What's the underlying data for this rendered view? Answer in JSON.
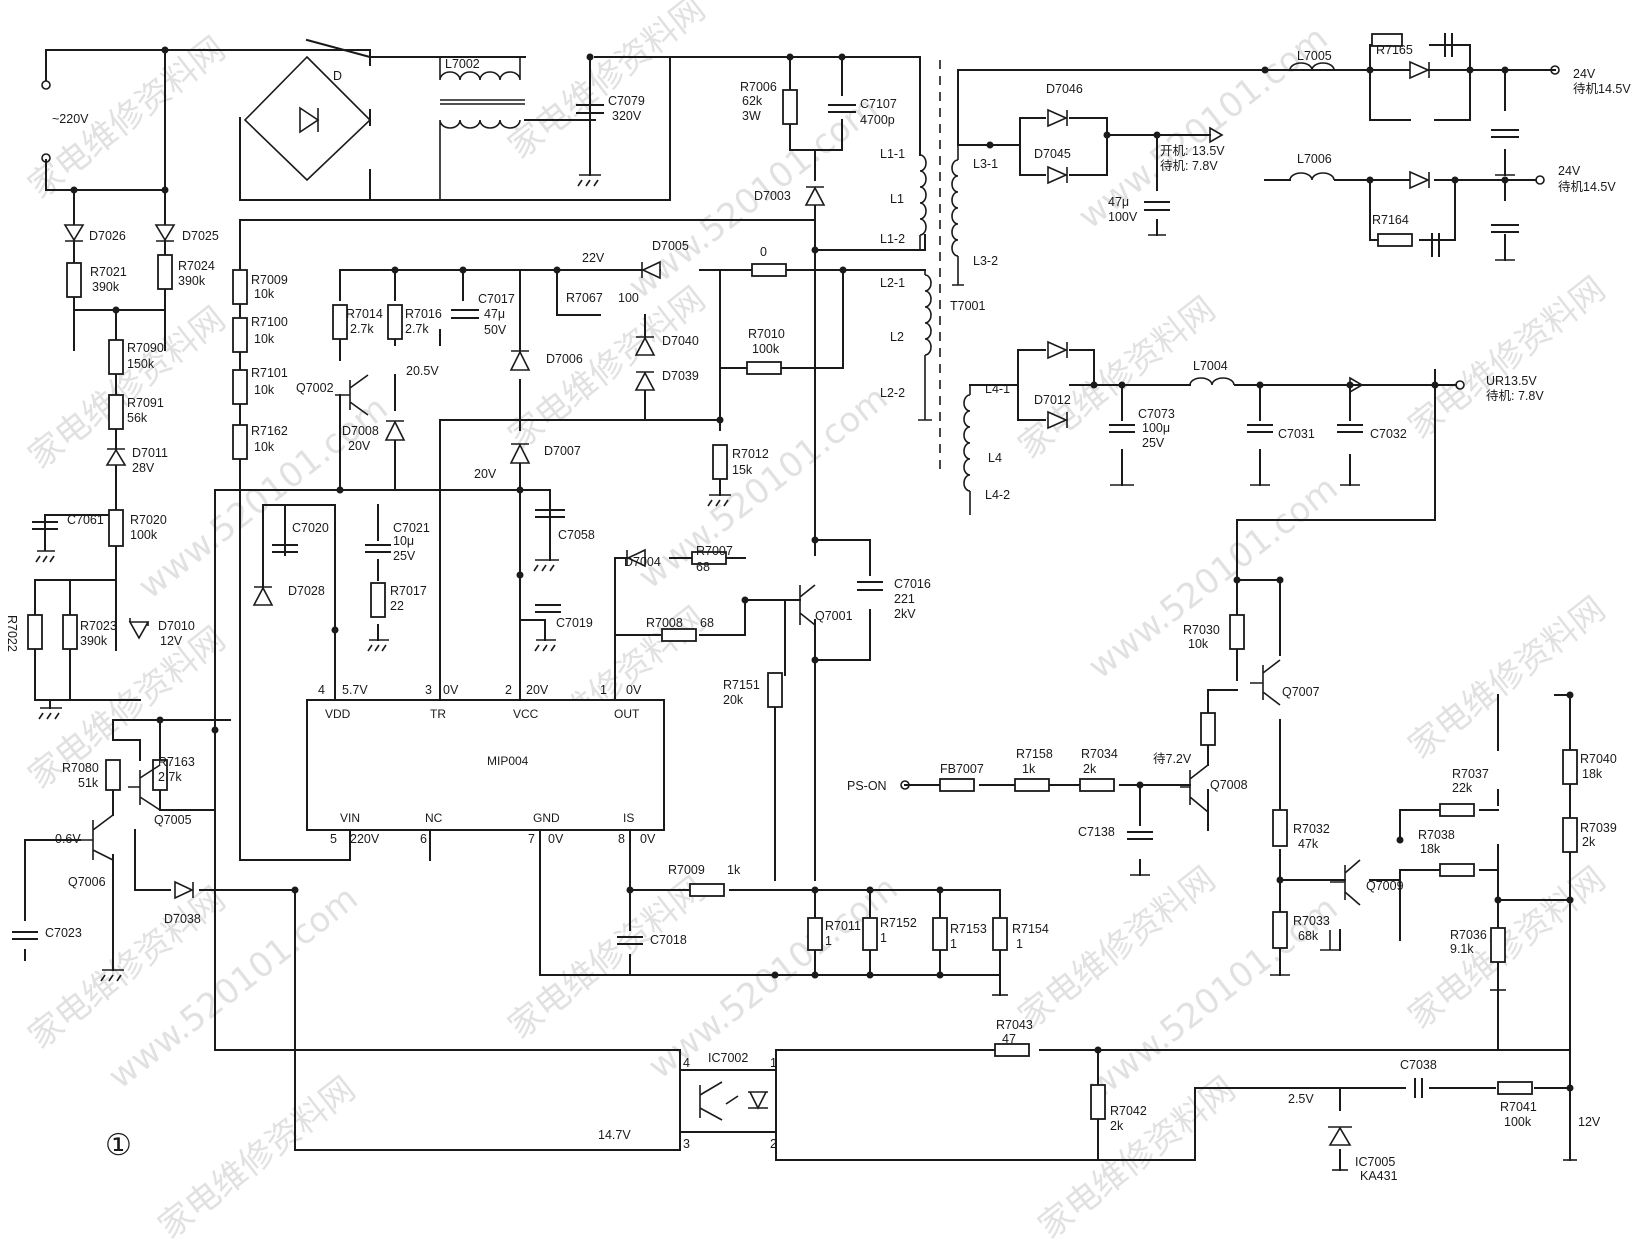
{
  "figure_mark": "①",
  "watermarks": [
    "家电维修资料网",
    "www.520101.com"
  ],
  "ic_main": {
    "name": "MIP004",
    "pins": [
      "VDD",
      "TR",
      "VCC",
      "OUT",
      "VIN",
      "NC",
      "GND",
      "IS"
    ]
  },
  "pin_numbers": [
    "4",
    "3",
    "2",
    "1",
    "5",
    "6",
    "7",
    "8"
  ],
  "pin_voltages": [
    "5.7V",
    "0V",
    "20V",
    "0V",
    "220V",
    "0V",
    "0V"
  ],
  "optocoupler": {
    "name": "IC7002",
    "pins": [
      "4",
      "1",
      "3",
      "2"
    ]
  },
  "shunt": {
    "name": "IC7005",
    "part": "KA431"
  },
  "input": {
    "label": "~220V"
  },
  "bridge": "D",
  "transformer": {
    "name": "T7001",
    "windings": [
      "L1-1",
      "L1",
      "L1-2",
      "L2-1",
      "L2",
      "L2-2",
      "L3-1",
      "L3-2",
      "L4-1",
      "L4",
      "L4-2"
    ]
  },
  "components": [
    {
      "ref": "L7002"
    },
    {
      "ref": "C7079",
      "value": "320V"
    },
    {
      "ref": "R7006",
      "value": "62k",
      "extra": "3W"
    },
    {
      "ref": "C7107",
      "value": "4700p"
    },
    {
      "ref": "D7003"
    },
    {
      "ref": "D7026"
    },
    {
      "ref": "D7025"
    },
    {
      "ref": "R7021",
      "value": "390k"
    },
    {
      "ref": "R7024",
      "value": "390k"
    },
    {
      "ref": "R7090",
      "value": "150k"
    },
    {
      "ref": "R7091",
      "value": "56k"
    },
    {
      "ref": "D7011",
      "value": "28V"
    },
    {
      "ref": "C7061"
    },
    {
      "ref": "R7020",
      "value": "100k"
    },
    {
      "ref": "R7022"
    },
    {
      "ref": "R7023",
      "value": "390k"
    },
    {
      "ref": "D7010",
      "value": "12V"
    },
    {
      "ref": "R7009",
      "value": "10k"
    },
    {
      "ref": "R7100",
      "value": "10k"
    },
    {
      "ref": "R7101",
      "value": "10k"
    },
    {
      "ref": "R7162",
      "value": "10k"
    },
    {
      "ref": "R7014",
      "value": "2.7k"
    },
    {
      "ref": "R7016",
      "value": "2.7k"
    },
    {
      "ref": "C7017",
      "value": "47μ",
      "extra": "50V"
    },
    {
      "ref": "Q7002"
    },
    {
      "ref": "D7008",
      "value": "20V"
    },
    {
      "ref": "D7006"
    },
    {
      "ref": "D7007"
    },
    {
      "ref": "D7005"
    },
    {
      "ref": "R7067",
      "value": "100"
    },
    {
      "ref": "D7040"
    },
    {
      "ref": "D7039"
    },
    {
      "ref": "R7010",
      "value": "100k"
    },
    {
      "ref": "R7012",
      "value": "15k"
    },
    {
      "ref": "C7020"
    },
    {
      "ref": "C7021",
      "value": "10μ",
      "extra": "25V"
    },
    {
      "ref": "D7028"
    },
    {
      "ref": "R7017",
      "value": "22"
    },
    {
      "ref": "C7058"
    },
    {
      "ref": "C7019"
    },
    {
      "ref": "D7004"
    },
    {
      "ref": "R7007",
      "value": "68"
    },
    {
      "ref": "R7008",
      "value": "68"
    },
    {
      "ref": "Q7001"
    },
    {
      "ref": "C7016",
      "value": "221",
      "extra": "2kV"
    },
    {
      "ref": "R7151",
      "value": "20k"
    },
    {
      "ref": "R7080",
      "value": "51k"
    },
    {
      "ref": "R7163",
      "value": "2.7k"
    },
    {
      "ref": "Q7005"
    },
    {
      "ref": "Q7006"
    },
    {
      "ref": "C7023"
    },
    {
      "ref": "D7038"
    },
    {
      "ref": "R7009",
      "value": "1k"
    },
    {
      "ref": "C7018"
    },
    {
      "ref": "R7011",
      "value": "1"
    },
    {
      "ref": "R7152",
      "value": "1"
    },
    {
      "ref": "R7153",
      "value": "1"
    },
    {
      "ref": "R7154",
      "value": "1"
    },
    {
      "ref": "R7043",
      "value": "47"
    },
    {
      "ref": "R7042",
      "value": "2k"
    },
    {
      "ref": "C7038"
    },
    {
      "ref": "R7041",
      "value": "100k"
    },
    {
      "ref": "D7046"
    },
    {
      "ref": "D7045"
    },
    {
      "ref": "D7012"
    },
    {
      "ref": "L7005"
    },
    {
      "ref": "L7006"
    },
    {
      "ref": "L7004"
    },
    {
      "ref": "R7165"
    },
    {
      "ref": "R7164"
    },
    {
      "ref": "C7073",
      "value": "100μ",
      "extra": "25V"
    },
    {
      "ref": "C7031"
    },
    {
      "ref": "C7032"
    },
    {
      "ref": "R7030",
      "value": "10k"
    },
    {
      "ref": "Q7007"
    },
    {
      "ref": "Q7008"
    },
    {
      "ref": "FB7007"
    },
    {
      "ref": "R7158",
      "value": "1k"
    },
    {
      "ref": "R7034",
      "value": "2k"
    },
    {
      "ref": "C7138"
    },
    {
      "ref": "R7032",
      "value": "47k"
    },
    {
      "ref": "R7033",
      "value": "68k"
    },
    {
      "ref": "Q7009"
    },
    {
      "ref": "R7037",
      "value": "22k"
    },
    {
      "ref": "R7038",
      "value": "18k"
    },
    {
      "ref": "R7036",
      "value": "9.1k"
    },
    {
      "ref": "R7040",
      "value": "18k"
    },
    {
      "ref": "R7039",
      "value": "2k"
    }
  ],
  "voltages": {
    "v22": "22V",
    "v0": "0",
    "v20_5": "20.5V",
    "v20": "20V",
    "v0_6": "0.6V",
    "v14_7": "14.7V",
    "v2_5": "2.5V",
    "v12": "12V",
    "standby_7_2": "待7.2V",
    "cap47": "47μ",
    "cap100v": "100V"
  },
  "outputs": [
    {
      "line1": "24V",
      "line2": "待机14.5V"
    },
    {
      "line1": "24V",
      "line2": "待机14.5V"
    },
    {
      "line1": "开机: 13.5V",
      "line2": "待机: 7.8V"
    },
    {
      "line1": "UR13.5V",
      "line2": "待机: 7.8V"
    }
  ],
  "ps_on": "PS-ON"
}
